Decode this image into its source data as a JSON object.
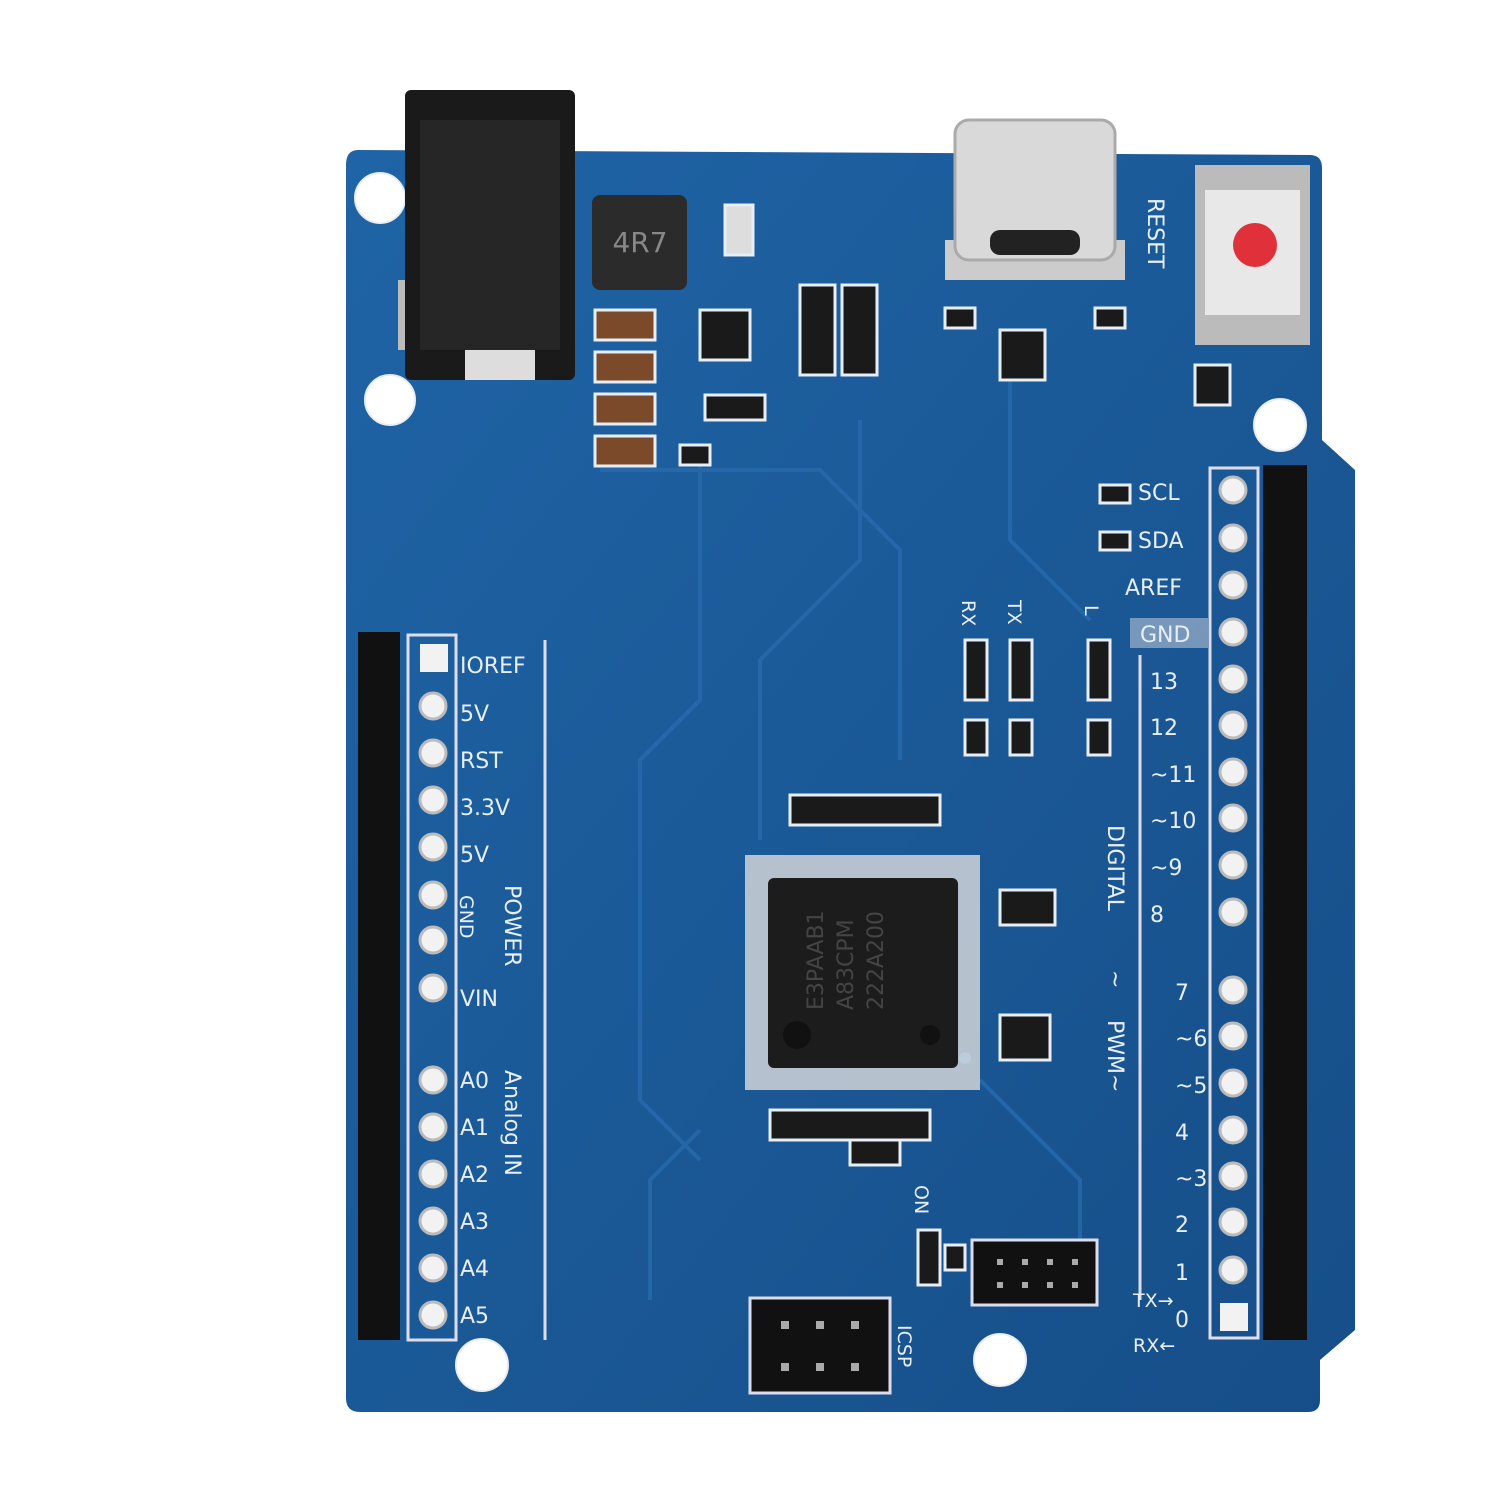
{
  "board": {
    "colors": {
      "pcb": "#1c5a98",
      "header": "#111111",
      "pad": "#f2f2f2",
      "reset_button": "#e0303a"
    },
    "inductor_marking": "4R7",
    "chip_marking": [
      "E3PAAB1",
      "A83CPM",
      "222A200"
    ],
    "reset_label": "RESET",
    "power_pins": [
      "IOREF",
      "5V",
      "RST",
      "3.3V",
      "5V",
      "GND",
      "VIN"
    ],
    "power_title": "POWER",
    "analog_pins": [
      "A0",
      "A1",
      "A2",
      "A3",
      "A4",
      "A5"
    ],
    "analog_title": "Analog IN",
    "top_right_pins": [
      "SCL",
      "SDA",
      "AREF",
      "GND",
      "13",
      "12",
      "~11",
      "~10",
      "~9",
      "8"
    ],
    "bottom_right_pins": [
      "7",
      "~6",
      "~5",
      "4",
      "~3",
      "2",
      "1",
      "0"
    ],
    "tx_label": "TX→",
    "rx_label": "RX←",
    "digital_title": "DIGITAL",
    "pwm_tilde": "~",
    "pwm_title": "PWM~",
    "led_labels": {
      "rx": "RX",
      "tx": "TX",
      "l": "L",
      "on": "ON"
    },
    "icsp_label": "ICSP"
  }
}
